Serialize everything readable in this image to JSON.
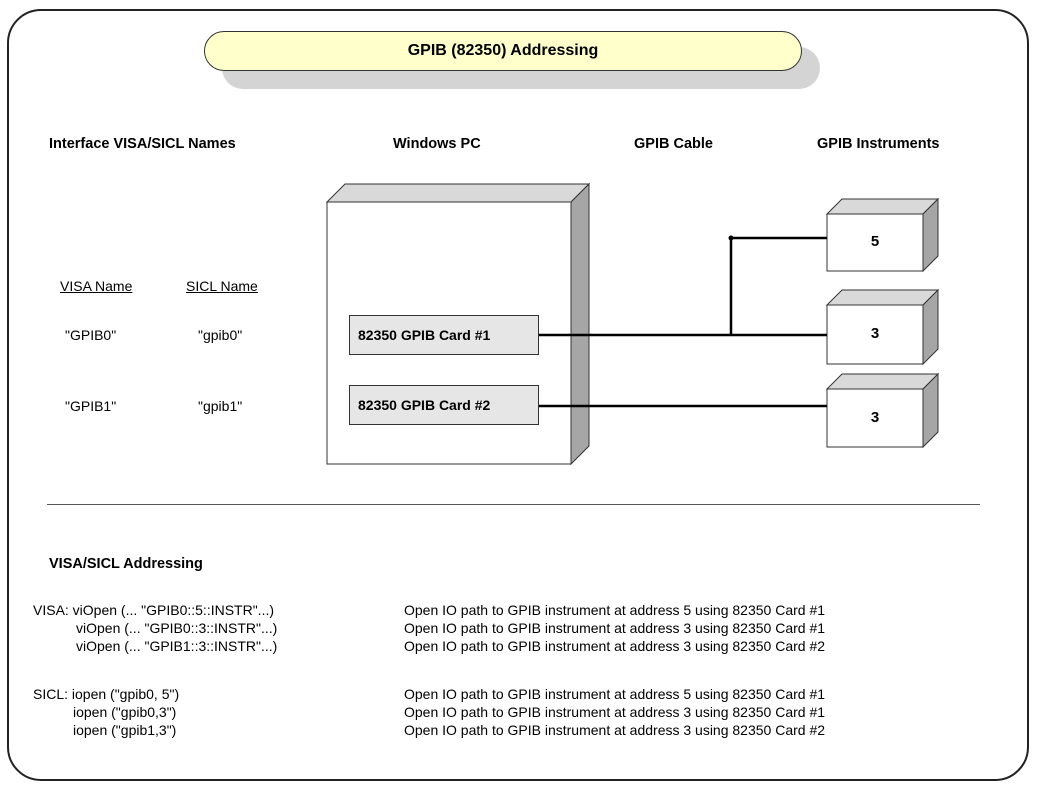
{
  "title": "GPIB (82350) Addressing",
  "columns": {
    "interface_names": "Interface VISA/SICL Names",
    "windows_pc": "Windows PC",
    "gpib_cable": "GPIB Cable",
    "gpib_instruments": "GPIB Instruments"
  },
  "name_table": {
    "visa_header": "VISA Name",
    "sicl_header": "SICL Name",
    "rows": [
      {
        "visa": "\"GPIB0\"",
        "sicl": "\"gpib0\""
      },
      {
        "visa": "\"GPIB1\"",
        "sicl": "\"gpib1\""
      }
    ]
  },
  "cards": [
    {
      "label": "82350 GPIB Card #1"
    },
    {
      "label": "82350 GPIB Card #2"
    }
  ],
  "instruments": [
    {
      "address": "5"
    },
    {
      "address": "3"
    },
    {
      "address": "3"
    }
  ],
  "addressing": {
    "heading": "VISA/SICL Addressing",
    "visa_lines": [
      "VISA: viOpen (... \"GPIB0::5::INSTR\"...)",
      "viOpen (... \"GPIB0::3::INSTR\"...)",
      "viOpen (... \"GPIB1::3::INSTR\"...)"
    ],
    "visa_desc": [
      "Open IO path to GPIB instrument at address 5 using 82350 Card #1",
      "Open IO path to GPIB instrument at address 3 using 82350 Card #1",
      "Open IO path to GPIB instrument at address 3 using 82350 Card #2"
    ],
    "sicl_lines": [
      "SICL:  iopen (\"gpib0, 5\")",
      "iopen (\"gpib0,3\")",
      "iopen (\"gpib1,3\")"
    ],
    "sicl_desc": [
      "Open IO path to GPIB instrument at address 5 using 82350 Card #1",
      "Open IO path to GPIB instrument at address 3 using 82350 Card #1",
      "Open IO path to GPIB instrument at address 3 using 82350 Card #2"
    ]
  }
}
